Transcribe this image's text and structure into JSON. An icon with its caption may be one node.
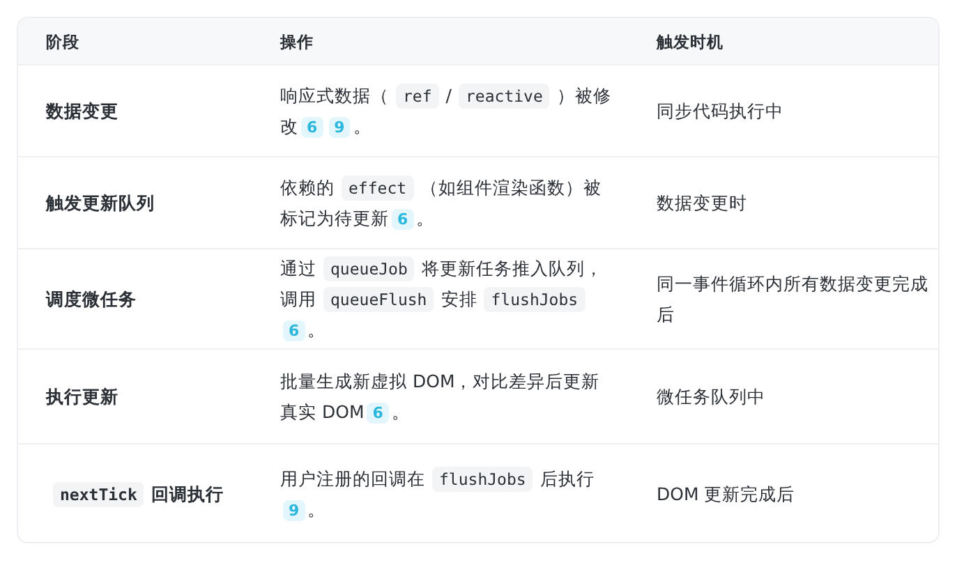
{
  "diagram": {
    "labels": [
      "阶段",
      "操作",
      "触发时机",
      "数据变更",
      "响应式数据（",
      "ref",
      "/",
      "reactive",
      "）被修改",
      "6",
      "9",
      "。",
      "同步代码执行中",
      "触发更新队列",
      "依赖的",
      "effect",
      "（如组件渲染函数）被标记为待更新",
      "6",
      "。",
      "数据变更时",
      "调度微任务",
      "通过",
      "queueJob",
      "将更新任务推入队列，调用",
      "queueFlush",
      "安排",
      "flushJobs",
      "6",
      "。",
      "同一事件循环内所有数据变更完成后",
      "执行更新",
      "批量生成新虚拟 DOM，对比差异后更新真实 DOM",
      "6",
      "。",
      "微任务队列中",
      "nextTick",
      "回调执行",
      "用户注册的回调在",
      "flushJobs",
      "后执行",
      "9",
      "。",
      "DOM 更新完成后"
    ]
  }
}
